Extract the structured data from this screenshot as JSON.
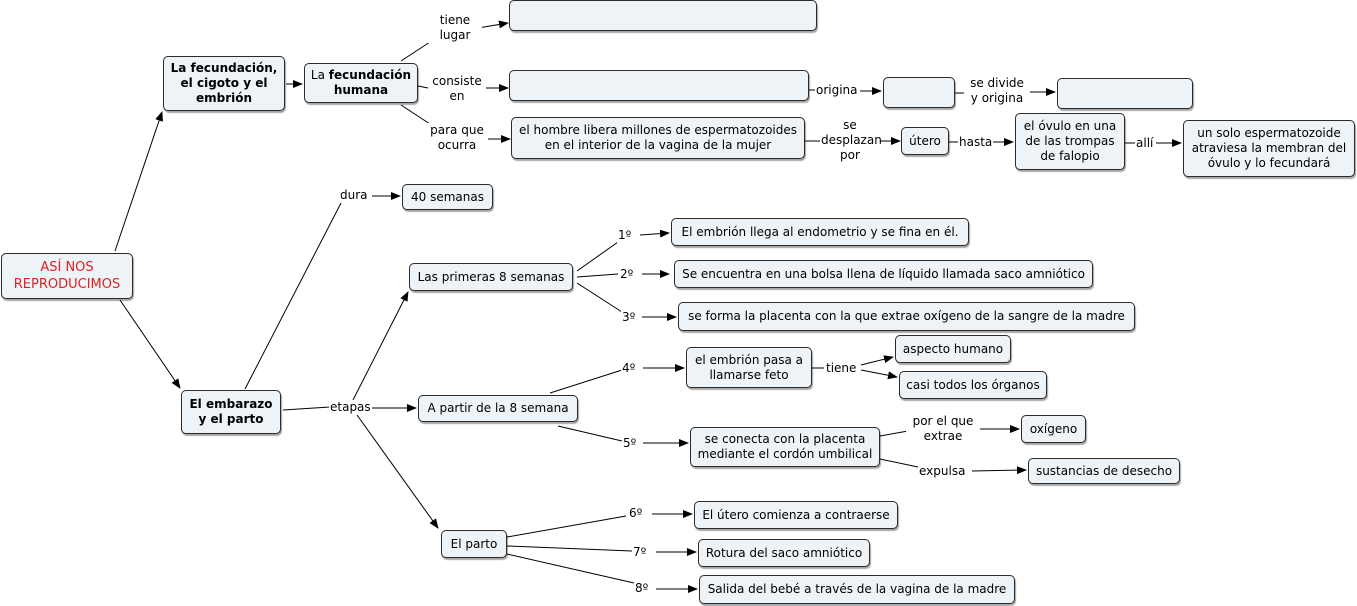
{
  "nodes": {
    "root": "ASÍ NOS REPRODUCIMOS",
    "fecundacion_cigoto": "La fecundación, el cigoto y el embrión",
    "fecundacion_humana_pre": "La",
    "fecundacion_humana_bold": "fecundación humana",
    "tiene_lugar_target": "",
    "consiste_target": "",
    "origina_target": "",
    "divide_target": "",
    "hombre_libera": "el hombre libera millones de espermatozoides en el interior de la vagina de la mujer",
    "utero": "útero",
    "ovulo": "el óvulo en una de las trompas de falopio",
    "espermatozoide": "un solo espermatozoide atraviesa la membran del óvulo y lo fecundará",
    "embarazo": "El embarazo y el parto",
    "semanas40": "40 semanas",
    "primeras8": "Las primeras 8 semanas",
    "apartir8": "A partir de la 8 semana",
    "parto": "El parto",
    "s1": "El embrión llega al endometrio y se fina en él.",
    "s2": "Se encuentra en una bolsa llena de líquido llamada saco amniótico",
    "s3": "se forma la placenta con la que extrae oxígeno de la sangre de la madre",
    "s4": "el embrión pasa a llamarse feto",
    "aspecto": "aspecto humano",
    "organos": "casi todos los órganos",
    "s5": "se conecta con la placenta mediante el cordón umbilical",
    "oxigeno": "oxígeno",
    "desecho": "sustancias de desecho",
    "s6": "El útero comienza a contraerse",
    "s7": "Rotura del saco amniótico",
    "s8": "Salida del bebé a través de la vagina de la madre"
  },
  "labels": {
    "tiene_lugar": "tiene lugar",
    "consiste_en": "consiste en",
    "para_que_ocurra": "para que ocurra",
    "origina": "origina",
    "se_divide": "se divide y origina",
    "se_desplazan": "se desplazan por",
    "hasta": "hasta",
    "alli": "allí",
    "dura": "dura",
    "etapas": "etapas",
    "n1": "1º",
    "n2": "2º",
    "n3": "3º",
    "n4": "4º",
    "n5": "5º",
    "n6": "6º",
    "n7": "7º",
    "n8": "8º",
    "tiene": "tiene",
    "por_el_que_extrae": "por el que extrae",
    "expulsa": "expulsa"
  }
}
